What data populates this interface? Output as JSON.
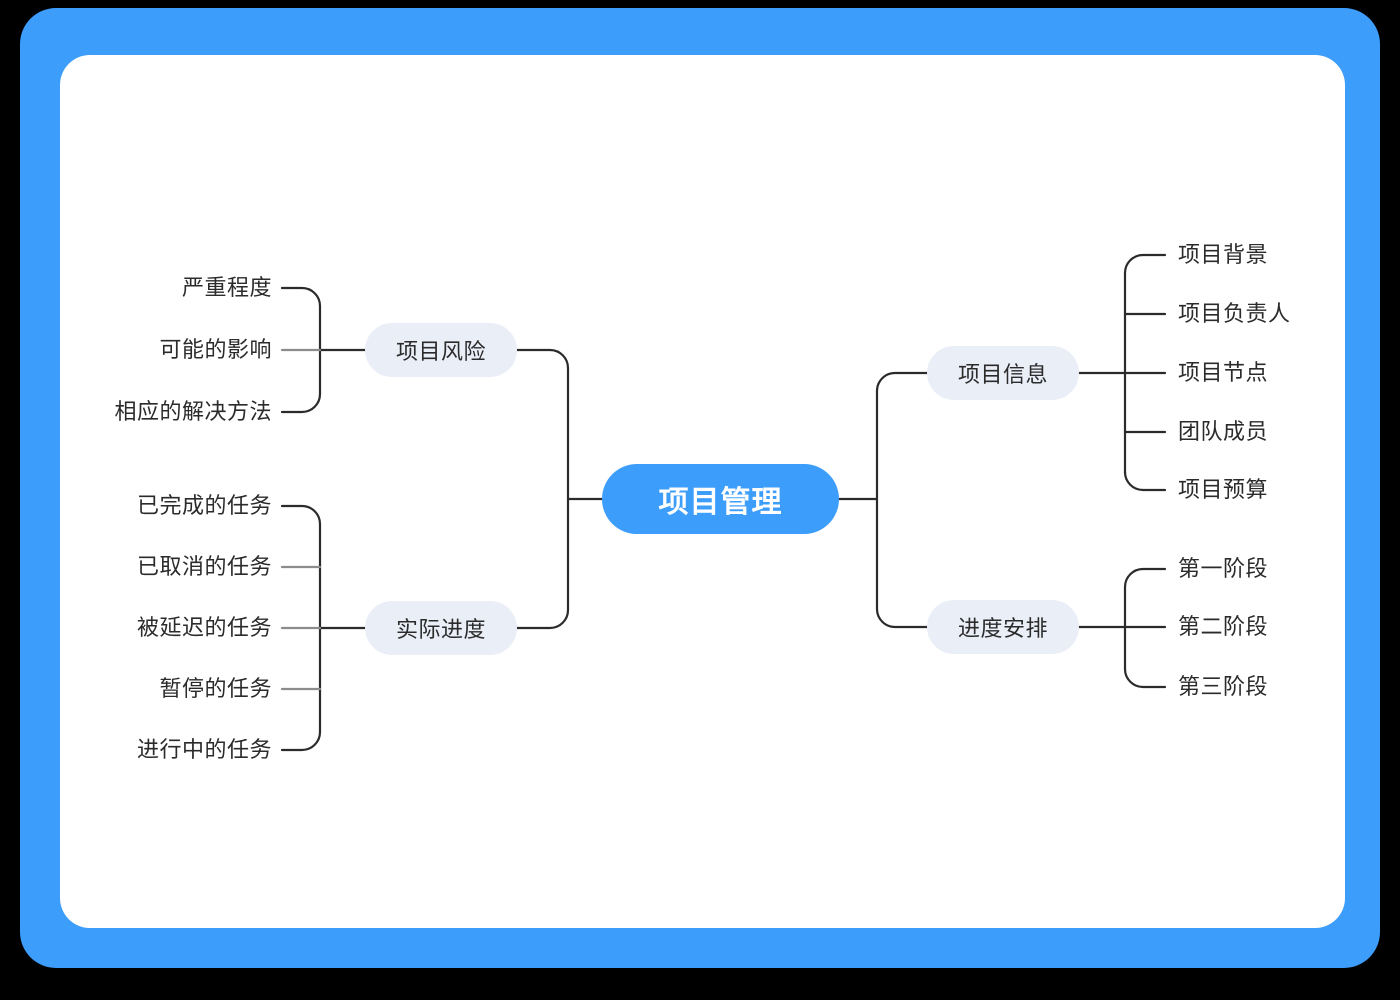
{
  "theme": {
    "frame_color": "#3d9dfb",
    "card_color": "#ffffff",
    "root_node_color": "#3d9dfb",
    "root_text_color": "#ffffff",
    "branch_node_color": "#eaeef7",
    "text_color": "#2b2b2b",
    "connector_dark": "#2b2b2b",
    "connector_light": "#8c8c8c",
    "page_background": "#000000"
  },
  "mindmap": {
    "root": {
      "label": "项目管理"
    },
    "branches": [
      {
        "id": "project-risk",
        "label": "项目风险",
        "side": "left",
        "leaves": [
          {
            "label": "严重程度"
          },
          {
            "label": "可能的影响"
          },
          {
            "label": "相应的解决方法"
          }
        ]
      },
      {
        "id": "actual-progress",
        "label": "实际进度",
        "side": "left",
        "leaves": [
          {
            "label": "已完成的任务"
          },
          {
            "label": "已取消的任务"
          },
          {
            "label": "被延迟的任务"
          },
          {
            "label": "暂停的任务"
          },
          {
            "label": "进行中的任务"
          }
        ]
      },
      {
        "id": "project-info",
        "label": "项目信息",
        "side": "right",
        "leaves": [
          {
            "label": "项目背景"
          },
          {
            "label": "项目负责人"
          },
          {
            "label": "项目节点"
          },
          {
            "label": "团队成员"
          },
          {
            "label": "项目预算"
          }
        ]
      },
      {
        "id": "schedule",
        "label": "进度安排",
        "side": "right",
        "leaves": [
          {
            "label": "第一阶段"
          },
          {
            "label": "第二阶段"
          },
          {
            "label": "第三阶段"
          }
        ]
      }
    ]
  }
}
